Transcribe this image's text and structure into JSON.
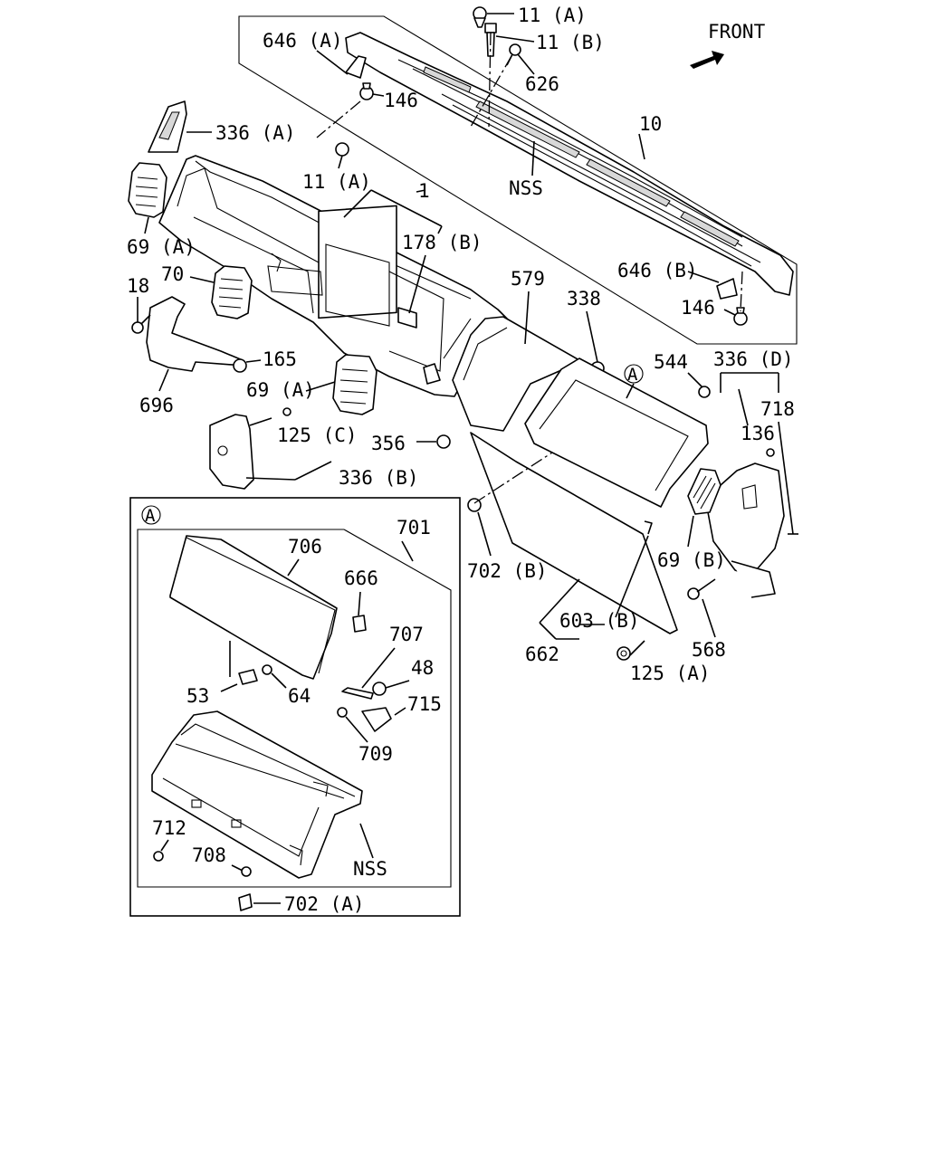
{
  "front_indicator": {
    "text": "FRONT"
  },
  "callouts": {
    "p11A_top": "11 (A)",
    "p11B": "11 (B)",
    "p646A": "646 (A)",
    "p626": "626",
    "p146_top": "146",
    "p336A": "336 (A)",
    "p10": "10",
    "p11A_mid": "11 (A)",
    "pNSS_top": "NSS",
    "p1": "1",
    "p69A_top": "69 (A)",
    "p178B": "178 (B)",
    "p646B": "646 (B)",
    "p70": "70",
    "p579": "579",
    "p338": "338",
    "p146_right": "146",
    "p18": "18",
    "p165": "165",
    "pA_ref": "A",
    "p544": "544",
    "p336D": "336 (D)",
    "p69A_mid": "69 (A)",
    "p718": "718",
    "p696": "696",
    "p136": "136",
    "p125C": "125 (C)",
    "p356": "356",
    "p336B": "336 (B)",
    "p702B": "702 (B)",
    "p69B": "69 (B)",
    "p603B": "603 (B)",
    "p662": "662",
    "p568": "568",
    "p125A": "125 (A)"
  },
  "detail_a": {
    "badge": "A",
    "labels": {
      "p701": "701",
      "p706": "706",
      "p666": "666",
      "p707": "707",
      "p48": "48",
      "p53": "53",
      "p64": "64",
      "p715": "715",
      "p709": "709",
      "p712": "712",
      "p708": "708",
      "pNSS": "NSS",
      "p702A": "702 (A)"
    }
  }
}
